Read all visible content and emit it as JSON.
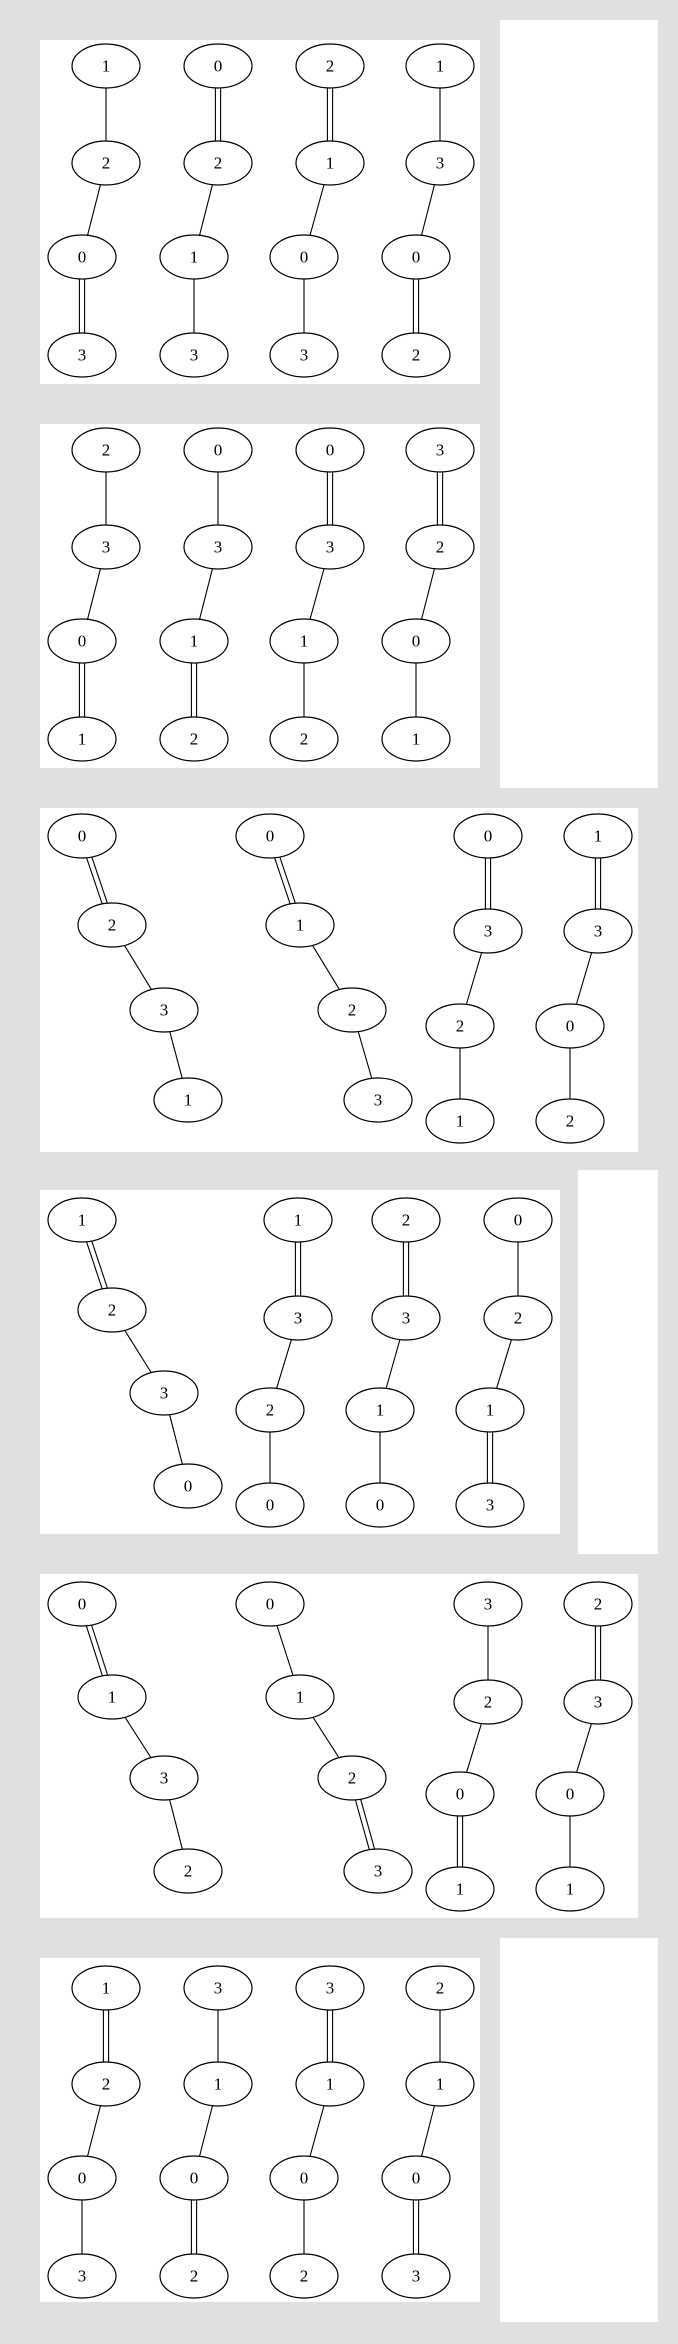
{
  "diagram": {
    "description_labels_only": true,
    "colors": {
      "page_background": "#e0e0e0",
      "panel_background": "#ffffff",
      "node_stroke": "#000000",
      "edge_stroke": "#000000",
      "text": "#000000"
    },
    "panels": [
      {
        "graphs": [
          {
            "nodes": [
              "1",
              "2",
              "0",
              "3"
            ],
            "edges": [
              [
                0,
                1,
                1
              ],
              [
                1,
                2,
                1
              ],
              [
                2,
                3,
                2
              ]
            ]
          },
          {
            "nodes": [
              "0",
              "2",
              "1",
              "3"
            ],
            "edges": [
              [
                0,
                1,
                2
              ],
              [
                1,
                2,
                1
              ],
              [
                2,
                3,
                1
              ]
            ]
          },
          {
            "nodes": [
              "2",
              "1",
              "0",
              "3"
            ],
            "edges": [
              [
                0,
                1,
                2
              ],
              [
                1,
                2,
                1
              ],
              [
                2,
                3,
                1
              ]
            ]
          },
          {
            "nodes": [
              "1",
              "3",
              "0",
              "2"
            ],
            "edges": [
              [
                0,
                1,
                1
              ],
              [
                1,
                2,
                1
              ],
              [
                2,
                3,
                2
              ]
            ]
          }
        ]
      },
      {
        "graphs": [
          {
            "nodes": [
              "2",
              "3",
              "0",
              "1"
            ],
            "edges": [
              [
                0,
                1,
                1
              ],
              [
                1,
                2,
                1
              ],
              [
                2,
                3,
                2
              ]
            ]
          },
          {
            "nodes": [
              "0",
              "3",
              "1",
              "2"
            ],
            "edges": [
              [
                0,
                1,
                1
              ],
              [
                1,
                2,
                1
              ],
              [
                2,
                3,
                2
              ]
            ]
          },
          {
            "nodes": [
              "0",
              "3",
              "1",
              "2"
            ],
            "edges": [
              [
                0,
                1,
                2
              ],
              [
                1,
                2,
                1
              ],
              [
                2,
                3,
                1
              ]
            ]
          },
          {
            "nodes": [
              "3",
              "2",
              "0",
              "1"
            ],
            "edges": [
              [
                0,
                1,
                2
              ],
              [
                1,
                2,
                1
              ],
              [
                2,
                3,
                1
              ]
            ]
          }
        ]
      },
      {
        "graphs": [
          {
            "nodes": [
              "0",
              "2",
              "3",
              "1"
            ],
            "edges": [
              [
                0,
                1,
                2
              ],
              [
                1,
                2,
                1
              ],
              [
                2,
                3,
                1
              ]
            ]
          },
          {
            "nodes": [
              "0",
              "1",
              "2",
              "3"
            ],
            "edges": [
              [
                0,
                1,
                2
              ],
              [
                1,
                2,
                1
              ],
              [
                2,
                3,
                1
              ]
            ]
          },
          {
            "nodes": [
              "0",
              "3",
              "2",
              "1"
            ],
            "edges": [
              [
                0,
                1,
                2
              ],
              [
                1,
                2,
                1
              ],
              [
                2,
                3,
                1
              ]
            ]
          },
          {
            "nodes": [
              "1",
              "3",
              "0",
              "2"
            ],
            "edges": [
              [
                0,
                1,
                2
              ],
              [
                1,
                2,
                1
              ],
              [
                2,
                3,
                1
              ]
            ]
          }
        ]
      },
      {
        "graphs": [
          {
            "nodes": [
              "1",
              "2",
              "3",
              "0"
            ],
            "edges": [
              [
                0,
                1,
                2
              ],
              [
                1,
                2,
                1
              ],
              [
                2,
                3,
                1
              ]
            ]
          },
          {
            "nodes": [
              "1",
              "3",
              "2",
              "0"
            ],
            "edges": [
              [
                0,
                1,
                2
              ],
              [
                1,
                2,
                1
              ],
              [
                2,
                3,
                1
              ]
            ]
          },
          {
            "nodes": [
              "2",
              "3",
              "1",
              "0"
            ],
            "edges": [
              [
                0,
                1,
                2
              ],
              [
                1,
                2,
                1
              ],
              [
                2,
                3,
                1
              ]
            ]
          },
          {
            "nodes": [
              "0",
              "2",
              "1",
              "3"
            ],
            "edges": [
              [
                0,
                1,
                1
              ],
              [
                1,
                2,
                1
              ],
              [
                2,
                3,
                2
              ]
            ]
          }
        ]
      },
      {
        "graphs": [
          {
            "nodes": [
              "0",
              "1",
              "3",
              "2"
            ],
            "edges": [
              [
                0,
                1,
                2
              ],
              [
                1,
                2,
                1
              ],
              [
                2,
                3,
                1
              ]
            ]
          },
          {
            "nodes": [
              "0",
              "1",
              "2",
              "3"
            ],
            "edges": [
              [
                0,
                1,
                1
              ],
              [
                1,
                2,
                1
              ],
              [
                2,
                3,
                2
              ]
            ]
          },
          {
            "nodes": [
              "3",
              "2",
              "0",
              "1"
            ],
            "edges": [
              [
                0,
                1,
                1
              ],
              [
                1,
                2,
                1
              ],
              [
                2,
                3,
                2
              ]
            ]
          },
          {
            "nodes": [
              "2",
              "3",
              "0",
              "1"
            ],
            "edges": [
              [
                0,
                1,
                2
              ],
              [
                1,
                2,
                1
              ],
              [
                2,
                3,
                1
              ]
            ]
          }
        ]
      },
      {
        "graphs": [
          {
            "nodes": [
              "1",
              "2",
              "0",
              "3"
            ],
            "edges": [
              [
                0,
                1,
                2
              ],
              [
                1,
                2,
                1
              ],
              [
                2,
                3,
                1
              ]
            ]
          },
          {
            "nodes": [
              "3",
              "1",
              "0",
              "2"
            ],
            "edges": [
              [
                0,
                1,
                1
              ],
              [
                1,
                2,
                1
              ],
              [
                2,
                3,
                2
              ]
            ]
          },
          {
            "nodes": [
              "3",
              "1",
              "0",
              "2"
            ],
            "edges": [
              [
                0,
                1,
                2
              ],
              [
                1,
                2,
                1
              ],
              [
                2,
                3,
                1
              ]
            ]
          },
          {
            "nodes": [
              "2",
              "1",
              "0",
              "3"
            ],
            "edges": [
              [
                0,
                1,
                1
              ],
              [
                1,
                2,
                1
              ],
              [
                2,
                3,
                2
              ]
            ]
          }
        ]
      }
    ]
  }
}
